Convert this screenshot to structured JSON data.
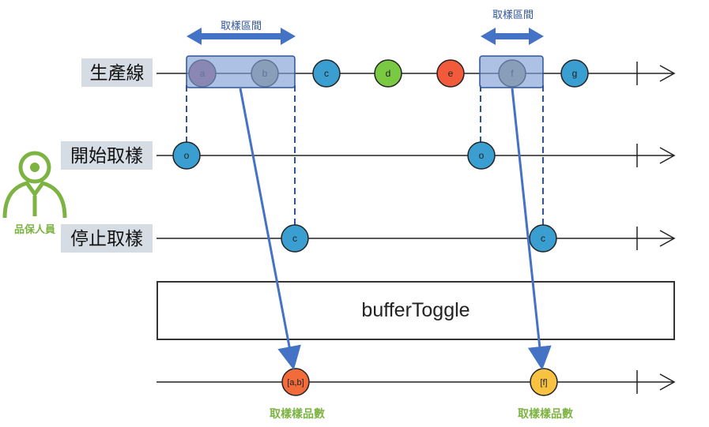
{
  "rows": {
    "production": "生產線",
    "start_sampling": "開始取樣",
    "stop_sampling": "停止取樣"
  },
  "inspector": {
    "caption": "品保人員",
    "icon": "inspector-person-icon"
  },
  "sampling_range_title": "取樣區間",
  "operator": "bufferToggle",
  "result_caption": "取樣樣品數",
  "production_items": [
    "a",
    "b",
    "c",
    "d",
    "e",
    "f",
    "g"
  ],
  "start_marker": "o",
  "stop_marker": "c",
  "results": [
    "[a,b]",
    "[f]"
  ],
  "colors": {
    "a": "#a05a78",
    "b": "#9c9a82",
    "c": "#3a9ed0",
    "d": "#7ac943",
    "e": "#f15a3a",
    "f": "#9c9a82",
    "g": "#3a9ed0",
    "start": "#3a9ed0",
    "stop": "#3a9ed0",
    "result_ab": "#f26b3a",
    "result_f": "#f7c242",
    "highlight": "#7f9fd6",
    "arrow_blue": "#4472c4",
    "inspector_green": "#7cb342",
    "label_bg": "#d6dce4"
  }
}
